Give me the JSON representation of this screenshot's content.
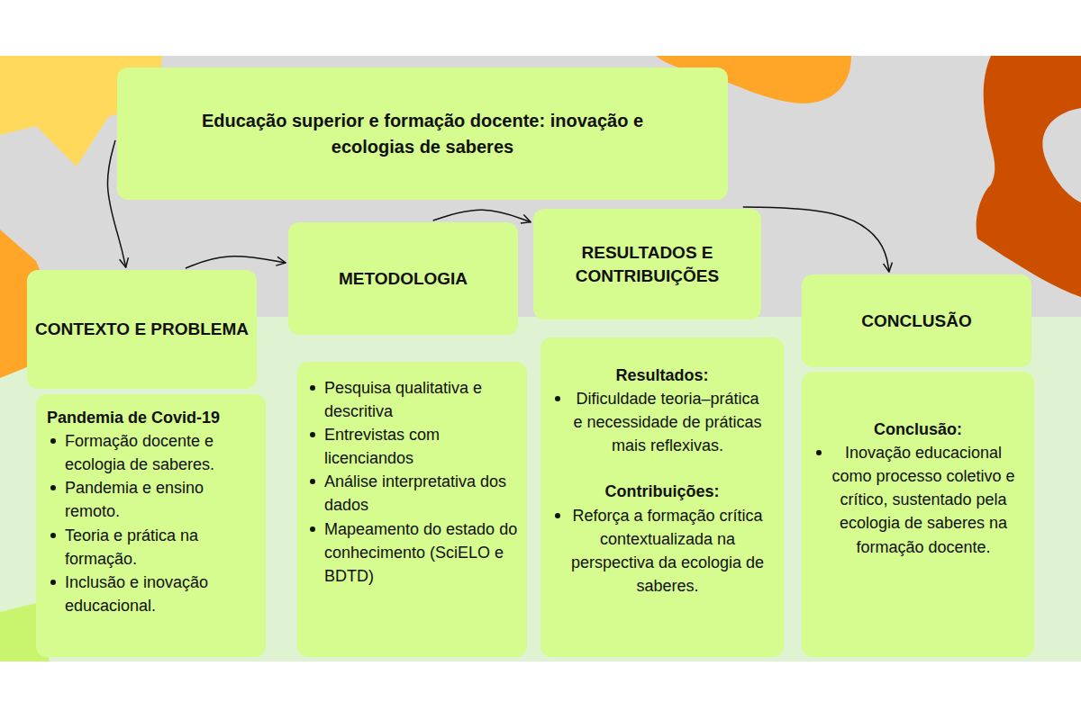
{
  "diagram": {
    "nodes": [
      {
        "text": [
          "Educação superior e formação docente: inovação e ecologias de saberes"
        ]
      },
      {
        "text": [
          "CONTEXTO E PROBLEMA"
        ]
      },
      {
        "text": [
          "Pandemia de Covid-19",
          "Formação docente e ecologia de saberes.",
          "Pandemia e ensino remoto.",
          "Teoria e prática na formação.",
          "Inclusão e inovação educacional."
        ]
      },
      {
        "text": [
          "METODOLOGIA"
        ]
      },
      {
        "text": [
          "Pesquisa qualitativa e descritiva",
          "Entrevistas com licenciandos",
          "Análise interpretativa dos dados",
          "Mapeamento do estado do conhecimento (SciELO e BDTD)"
        ]
      },
      {
        "text": [
          "RESULTADOS E CONTRIBUIÇÕES"
        ]
      },
      {
        "text": [
          "Resultados:",
          "Dificuldade teoria–prática e necessidade de práticas mais reflexivas.",
          "Contribuições:",
          "Reforça a formação crítica contextualizada na perspectiva da ecologia de saberes."
        ]
      },
      {
        "text": [
          "CONCLUSÃO"
        ]
      },
      {
        "text": [
          "Conclusão:",
          "Inovação educacional como processo coletivo e crítico, sustentado pela ecologia de saberes na formação docente."
        ]
      }
    ],
    "edges": [
      {
        "from": 0,
        "to": 1,
        "arrow": "to"
      },
      {
        "from": 1,
        "to": 3,
        "arrow": "to"
      },
      {
        "from": 3,
        "to": 5,
        "arrow": "to"
      },
      {
        "from": 5,
        "to": 7,
        "arrow": "to"
      }
    ]
  }
}
